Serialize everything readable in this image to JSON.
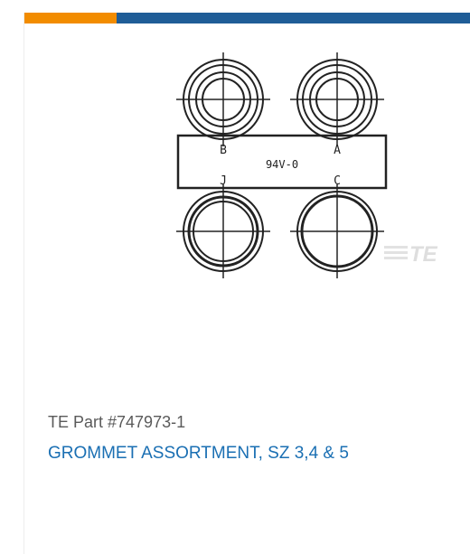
{
  "colors": {
    "accent_orange": "#f28c00",
    "accent_blue": "#1f5d97",
    "link_blue": "#1a6fb3",
    "text_gray": "#5a5a5a"
  },
  "product": {
    "image_icon": "grommet-assortment-drawing-icon",
    "drawing_labels": {
      "top_left": "B",
      "top_right": "A",
      "bottom_left": "J",
      "bottom_right": "C",
      "center": "94V-0"
    },
    "logo_text": "TE",
    "part_number": "TE Part #747973-1",
    "title": "GROMMET ASSORTMENT, SZ 3,4 & 5"
  }
}
